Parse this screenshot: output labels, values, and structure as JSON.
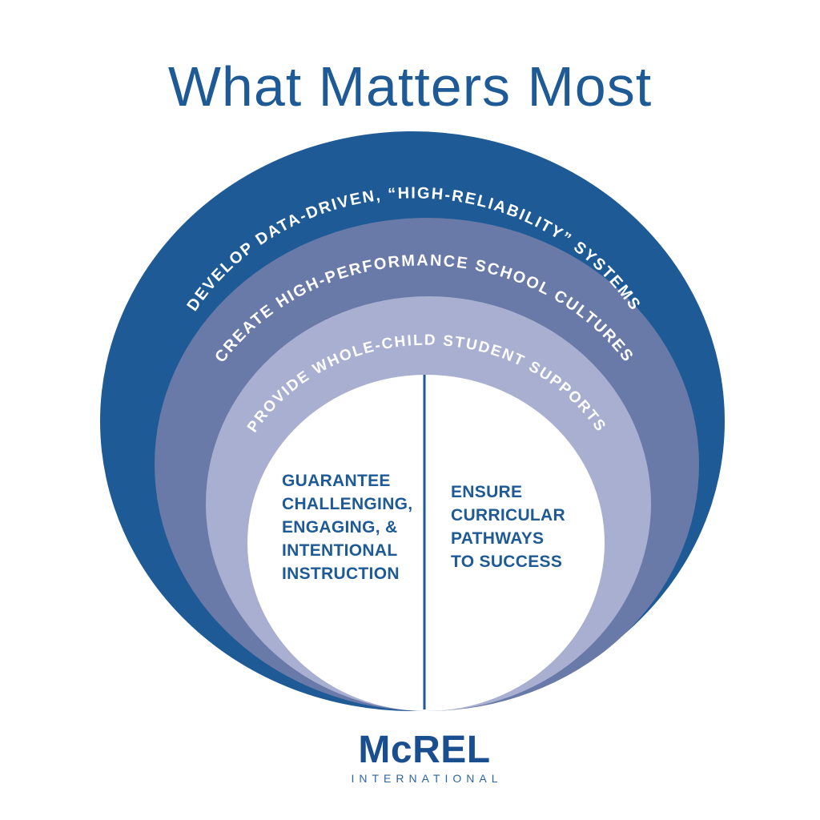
{
  "title": "What Matters Most",
  "colors": {
    "title": "#1E5A96",
    "ring_text": "#FFFFFF",
    "center_circle": "#FFFFFF",
    "center_text": "#1E5A96",
    "divider": "#1E5A96",
    "logo_wordmark": "#1A4F8F",
    "logo_subtitle": "#2F659F"
  },
  "diagram": {
    "rings": [
      {
        "id": "systems",
        "label": "DEVELOP DATA-DRIVEN, “HIGH-RELIABILITY” SYSTEMS",
        "color": "#1E5A96"
      },
      {
        "id": "cultures",
        "label": "CREATE HIGH-PERFORMANCE SCHOOL CULTURES",
        "color": "#6979A8"
      },
      {
        "id": "supports",
        "label": "PROVIDE WHOLE-CHILD STUDENT SUPPORTS",
        "color": "#A9AFD0"
      }
    ],
    "center": {
      "left_label": "GUARANTEE\nCHALLENGING,\nENGAGING, &\nINTENTIONAL\nINSTRUCTION",
      "right_label": "ENSURE\nCURRICULAR\nPATHWAYS\nTO SUCCESS"
    }
  },
  "logo": {
    "wordmark": "McREL",
    "subtitle": "INTERNATIONAL"
  }
}
